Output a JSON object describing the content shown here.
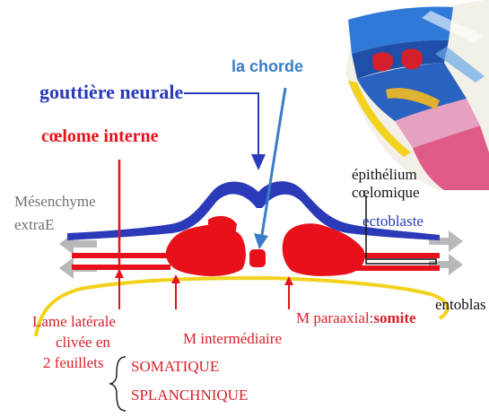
{
  "labels": {
    "chorde": "la chorde",
    "gouttiere": "gouttière neurale",
    "coelome": "cœlome interne",
    "mesenchyme_1": "Mésenchyme",
    "mesenchyme_2": "extraE",
    "epithelium_1": "épithélium",
    "epithelium_2": "cœlomique",
    "ectoblaste": "ectoblaste",
    "entoblaste": "entoblas",
    "lame_1": "Lame latérale",
    "lame_2": "clivée en",
    "lame_3": "2 feuillets",
    "m_inter": "M intermédiaire",
    "m_paraxial": "M paraaxial:",
    "somite": "somite",
    "somatique": "SOMATIQUE",
    "splanchnique": "SPLANCHNIQUE"
  },
  "colors": {
    "neural": "#2a3ab8",
    "mesoderm": "#e8101a",
    "endoderm": "#f2d21c",
    "arrow_gray": "#b8b8b8",
    "chorde_label": "#3a7cc8",
    "text_red": "#d8202a",
    "text_gray": "#707070"
  }
}
